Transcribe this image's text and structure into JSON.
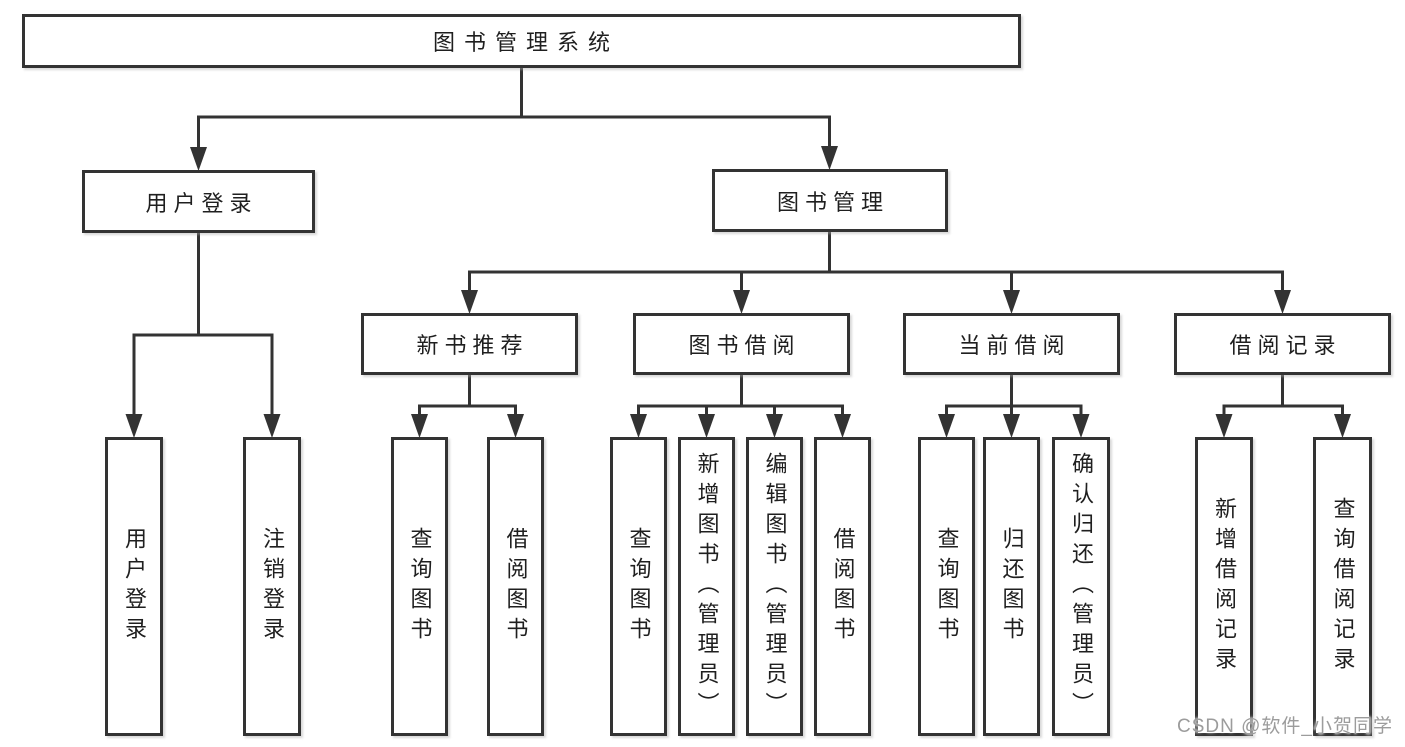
{
  "diagram": {
    "type": "hierarchy-tree",
    "root": {
      "label": "图书管理系统"
    },
    "branches": [
      {
        "label": "用户登录",
        "children": [
          {
            "label": "用户登录"
          },
          {
            "label": "注销登录"
          }
        ]
      },
      {
        "label": "图书管理",
        "children": [
          {
            "label": "新书推荐",
            "children": [
              {
                "label": "查询图书"
              },
              {
                "label": "借阅图书"
              }
            ]
          },
          {
            "label": "图书借阅",
            "children": [
              {
                "label": "查询图书"
              },
              {
                "label": "新增图书（管理员）"
              },
              {
                "label": "编辑图书（管理员）"
              },
              {
                "label": "借阅图书"
              }
            ]
          },
          {
            "label": "当前借阅",
            "children": [
              {
                "label": "查询图书"
              },
              {
                "label": "归还图书"
              },
              {
                "label": "确认归还（管理员）"
              }
            ]
          },
          {
            "label": "借阅记录",
            "children": [
              {
                "label": "新增借阅记录"
              },
              {
                "label": "查询借阅记录"
              }
            ]
          }
        ]
      }
    ]
  },
  "watermark": {
    "text": "CSDN @软件_小贺同学"
  },
  "colors": {
    "background": "#ffffff",
    "line": "#333333",
    "box_border": "#333333",
    "text": "#1f1f1f",
    "watermark": "#9c9c9c"
  }
}
